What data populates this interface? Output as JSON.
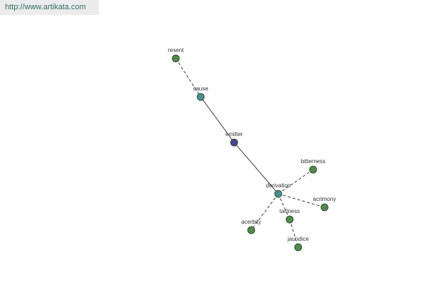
{
  "watermark": "http://www.artikata.com",
  "colors": {
    "leaf_fill": "#4f8a4a",
    "hub_fill": "#4b8f8f",
    "center_fill": "#4a4a8f",
    "node_stroke": "#2a3a2a",
    "edge": "#222222"
  },
  "nodes": [
    {
      "id": "resent",
      "label": "resent",
      "kind": "leaf"
    },
    {
      "id": "cause",
      "label": "cause",
      "kind": "hub"
    },
    {
      "id": "emitter",
      "label": "emitter",
      "kind": "center"
    },
    {
      "id": "derivation",
      "label": "derivation",
      "kind": "hub"
    },
    {
      "id": "bitterness",
      "label": "bitterness",
      "kind": "leaf"
    },
    {
      "id": "acrimony",
      "label": "acrimony",
      "kind": "leaf"
    },
    {
      "id": "tartness",
      "label": "tartness",
      "kind": "leaf"
    },
    {
      "id": "acerbity",
      "label": "acerbity",
      "kind": "leaf"
    },
    {
      "id": "jaundice",
      "label": "jaundice",
      "kind": "leaf"
    }
  ],
  "edges": [
    {
      "from": "resent",
      "to": "cause",
      "style": "dashed"
    },
    {
      "from": "cause",
      "to": "emitter",
      "style": "solid"
    },
    {
      "from": "emitter",
      "to": "derivation",
      "style": "solid"
    },
    {
      "from": "derivation",
      "to": "bitterness",
      "style": "dashed"
    },
    {
      "from": "derivation",
      "to": "acrimony",
      "style": "dashed"
    },
    {
      "from": "derivation",
      "to": "tartness",
      "style": "dashed"
    },
    {
      "from": "derivation",
      "to": "acerbity",
      "style": "dashed"
    },
    {
      "from": "tartness",
      "to": "jaundice",
      "style": "dashed"
    }
  ]
}
